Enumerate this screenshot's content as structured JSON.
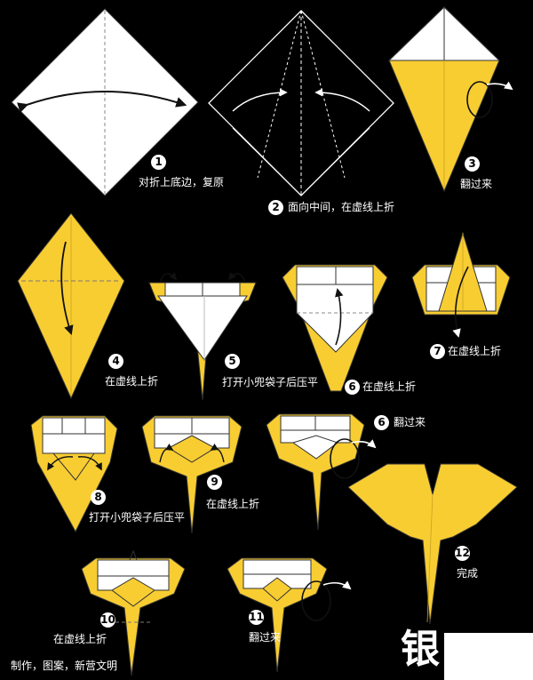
{
  "steps": [
    {
      "num": "1",
      "caption": "对折上底边，复原"
    },
    {
      "num": "2",
      "caption": "面向中间，在虚线上折"
    },
    {
      "num": "3",
      "caption": "翻过来"
    },
    {
      "num": "4",
      "caption": "在虚线上折"
    },
    {
      "num": "5",
      "caption": "打开小兜袋子后压平"
    },
    {
      "num": "6",
      "caption": "在虚线上折"
    },
    {
      "num": "7",
      "caption": "在虚线上折"
    },
    {
      "num": "8",
      "caption": "打开小兜袋子后压平"
    },
    {
      "num": "9",
      "caption": "在虚线上折"
    },
    {
      "num": "6",
      "caption": "翻过来"
    },
    {
      "num": "10",
      "caption": "在虚线上折"
    },
    {
      "num": "11",
      "caption": "翻过来"
    },
    {
      "num": "12",
      "caption": "完成"
    }
  ],
  "credit": "制作，图案，新营文明",
  "watermark": "银",
  "colors": {
    "paper_front": "#ffffff",
    "paper_back": "#f8cd32",
    "background": "#000000",
    "line": "#333333"
  }
}
